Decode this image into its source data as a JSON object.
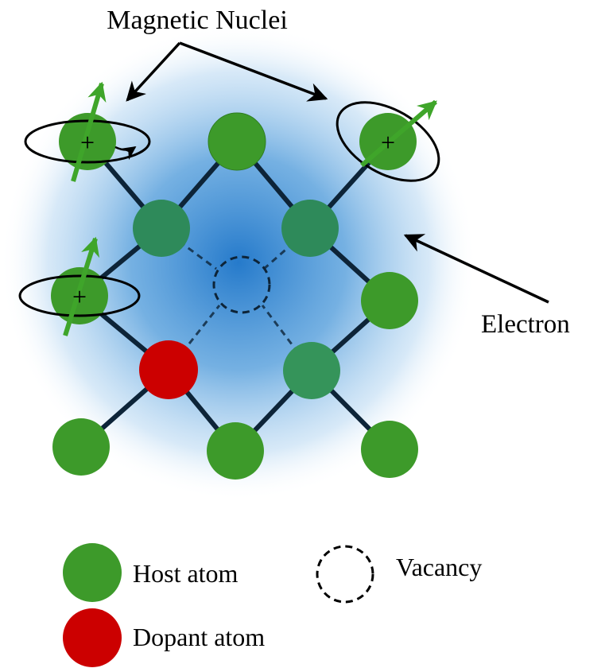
{
  "labels": {
    "magnetic_nuclei": "Magnetic Nuclei",
    "electron": "Electron"
  },
  "legend": {
    "host_atom": "Host atom",
    "dopant_atom": "Dopant atom",
    "vacancy": "Vacancy"
  },
  "nucleus_symbol": "+",
  "colors": {
    "host_atom": "#3d9a2a",
    "host_atom_in_cloud": "#2e8a5a",
    "dopant_atom": "#cc0000",
    "bond": "#0d2438",
    "electron_cloud": "#1a73c8",
    "spin_arrow": "#3fa52a"
  }
}
